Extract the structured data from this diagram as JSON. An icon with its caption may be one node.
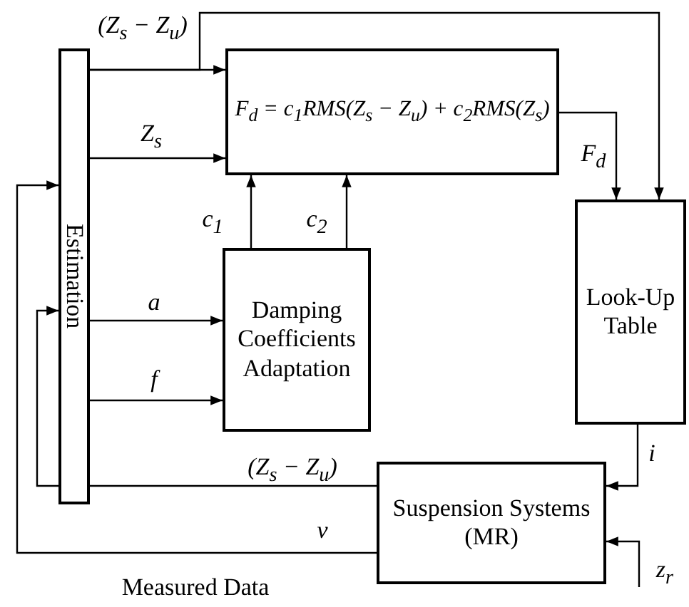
{
  "diagram": {
    "nodes": [
      {
        "text": [
          "Estimation"
        ]
      },
      {
        "text": [
          "F$_{d}$ = c$_{1}$RMS(Z$_{s}$ − Z$_{u}$) + c$_{2}$RMS(Z$_{s}$)"
        ]
      },
      {
        "text": [
          "Damping Coefficients Adaptation"
        ]
      },
      {
        "text": [
          "Look-Up Table"
        ]
      },
      {
        "text": [
          "Suspension Systems (MR)"
        ]
      }
    ],
    "edges": [
      {
        "from": 0,
        "to": 1,
        "arrow": "to",
        "label": "(Z$_{s}$ − Z$_{u}$)"
      },
      {
        "from": 0,
        "to": 1,
        "arrow": "to",
        "label": "Z$_{s}$"
      },
      {
        "from": 0,
        "to": 2,
        "arrow": "to",
        "label": "a"
      },
      {
        "from": 0,
        "to": 2,
        "arrow": "to",
        "label": "f"
      },
      {
        "from": 2,
        "to": 1,
        "arrow": "to",
        "label": "c$_{1}$"
      },
      {
        "from": 2,
        "to": 1,
        "arrow": "to",
        "label": "c$_{2}$"
      },
      {
        "from": 1,
        "to": 3,
        "arrow": "to",
        "label": "F$_{d}$"
      },
      {
        "from": 0,
        "to": 3,
        "arrow": "to"
      },
      {
        "from": 3,
        "to": 4,
        "arrow": "to",
        "label": "i"
      },
      {
        "from": 4,
        "to": 0,
        "arrow": "to",
        "label": "(Z$_{s}$ − Z$_{u}$)"
      },
      {
        "from": 4,
        "to": 0,
        "arrow": "to",
        "label": "v"
      },
      {
        "from": null,
        "to": 4,
        "arrow": "to",
        "label": "z$_{r}$"
      }
    ],
    "labels": [
      "Measured Data"
    ]
  }
}
